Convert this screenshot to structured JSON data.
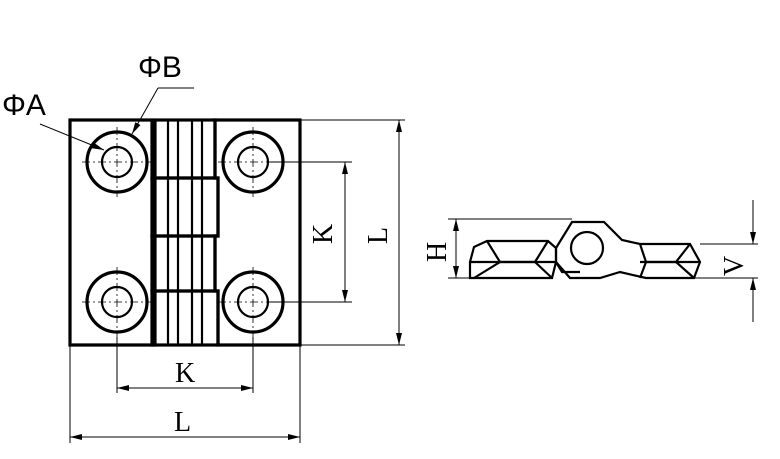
{
  "labels": {
    "phi_a": "ΦA",
    "phi_b": "ΦB",
    "k_horizontal": "K",
    "l_horizontal": "L",
    "k_vertical": "K",
    "l_vertical": "L",
    "h_height": "H",
    "v_height": "V"
  },
  "colors": {
    "line": "#000000",
    "background": "#ffffff"
  }
}
